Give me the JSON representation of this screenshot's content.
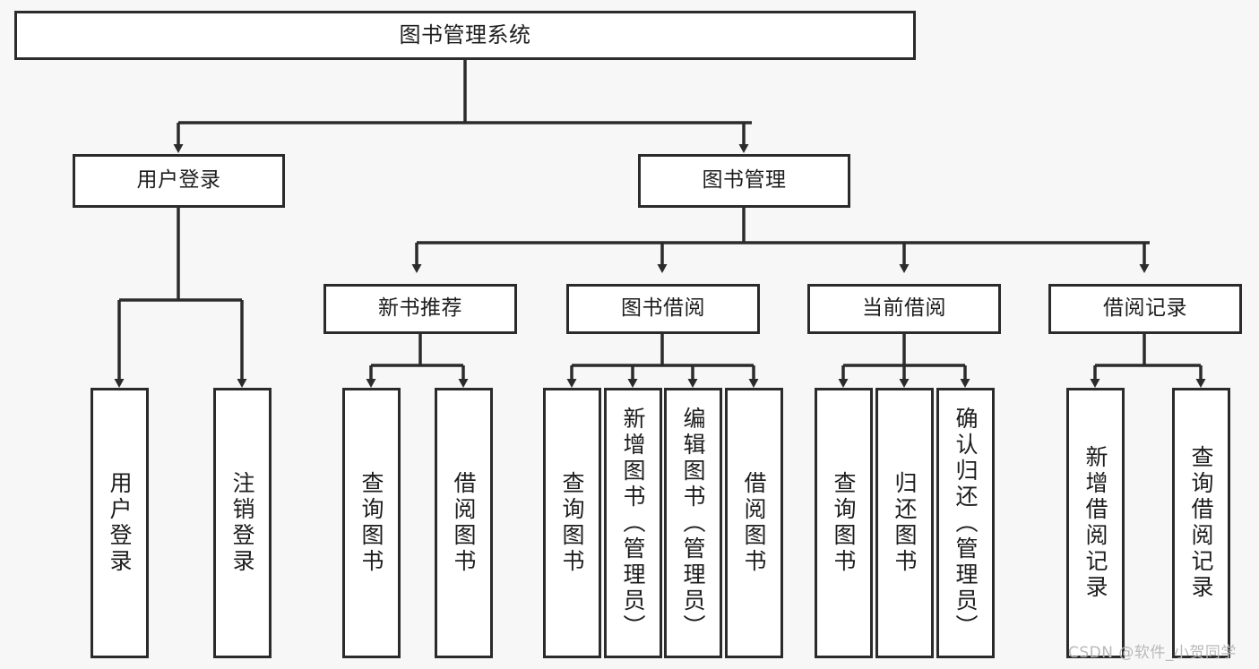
{
  "diagram": {
    "type": "hierarchy-tree",
    "title": "图书管理系统",
    "background_color": "#f7f7f7",
    "line_color": "#2b2b2b",
    "box_fill": "#ffffff",
    "levels": 4
  },
  "root": {
    "label": "图书管理系统"
  },
  "level2": [
    {
      "label": "用户登录"
    },
    {
      "label": "图书管理"
    }
  ],
  "level3": [
    {
      "label": "新书推荐"
    },
    {
      "label": "图书借阅"
    },
    {
      "label": "当前借阅"
    },
    {
      "label": "借阅记录"
    }
  ],
  "leaves": {
    "user_login": [
      {
        "label": "用户登录"
      },
      {
        "label": "注销登录"
      }
    ],
    "new_book_recommend": [
      {
        "label": "查询图书"
      },
      {
        "label": "借阅图书"
      }
    ],
    "book_borrow": [
      {
        "label": "查询图书"
      },
      {
        "label": "新增图书（管理员）"
      },
      {
        "label": "编辑图书（管理员）"
      },
      {
        "label": "借阅图书"
      }
    ],
    "current_borrow": [
      {
        "label": "查询图书"
      },
      {
        "label": "归还图书"
      },
      {
        "label": "确认归还（管理员）"
      }
    ],
    "borrow_record": [
      {
        "label": "新增借阅记录"
      },
      {
        "label": "查询借阅记录"
      }
    ]
  },
  "watermark": {
    "text": "CSDN @软件_小贺同学"
  }
}
